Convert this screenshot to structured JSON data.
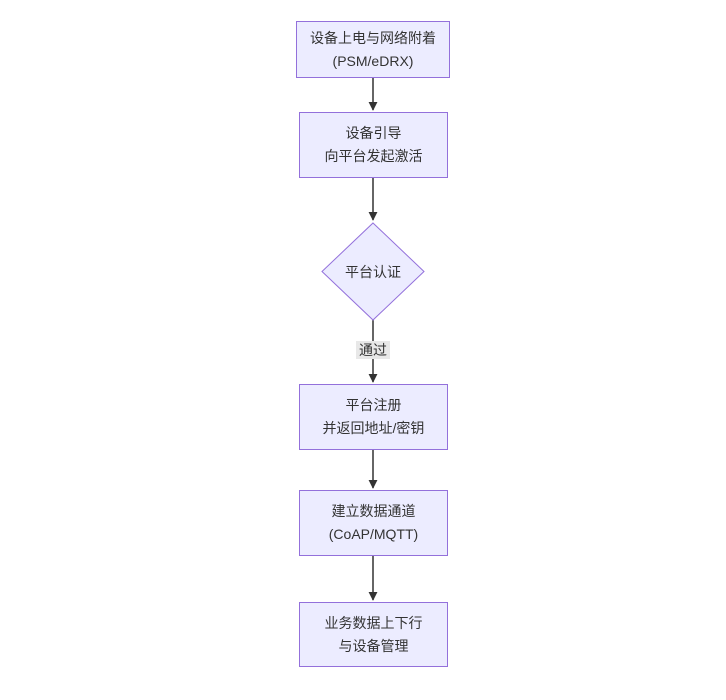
{
  "flowchart": {
    "nodes": [
      {
        "line1": "设备上电与网络附着",
        "line2": "(PSM/eDRX)"
      },
      {
        "line1": "设备引导",
        "line2": "向平台发起激活"
      },
      {
        "line1": "平台注册",
        "line2": "并返回地址/密钥"
      },
      {
        "line1": "建立数据通道",
        "line2": "(CoAP/MQTT)"
      },
      {
        "line1": "业务数据上下行",
        "line2": "与设备管理"
      }
    ],
    "decision": {
      "label": "平台认证"
    },
    "edge_label": "通过",
    "colors": {
      "background": "#ffffff",
      "node_fill": "#ECECFF",
      "node_border": "#9370DB",
      "text": "#333333",
      "edge": "#333333",
      "edge_label_bg": "#e8e8e8"
    }
  }
}
